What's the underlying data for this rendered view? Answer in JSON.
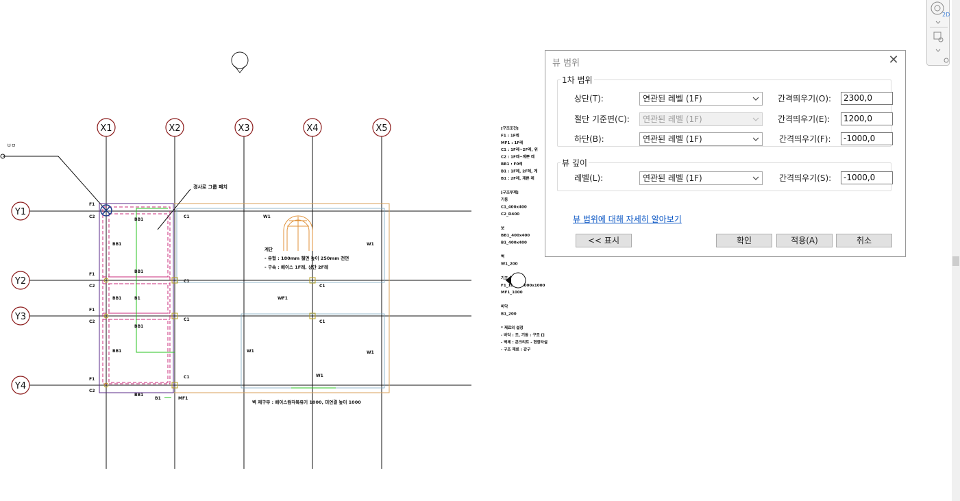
{
  "drawing": {
    "grid_x": [
      "X1",
      "X2",
      "X3",
      "X4",
      "X5"
    ],
    "grid_y": [
      "Y1",
      "Y2",
      "Y3",
      "Y4"
    ],
    "annotation_stair": "경사로 그룹 패치",
    "stair_title": "계단",
    "stair_note1": "- 유형 : 180mm 챌면 높이 250mm 전면",
    "stair_note2": "- 구속 : 베이스 1F레, 상단 2F레",
    "wall_note": "벽 재구부 : 베이스컴각복유기 1000, 미연결 높이 1000",
    "labels_f1": "F1",
    "labels_c2": "C2",
    "labels_c1": "C1",
    "labels_bb1": "BB1",
    "labels_b1": "B1",
    "labels_w1": "W1",
    "labels_wf1": "WF1",
    "labels_mf1": "MF1",
    "side_notes": [
      "[구조조건]",
      "F1 : 1F레",
      "MF1 : 1F레",
      "C1 : 1F레~2F레, 위",
      "C2 : 1F레~계쁜 레",
      "BB1 : F0레",
      "B1 : 1F레, 2F레, 계",
      "B1 : 2F레, 계쁜 레",
      "",
      "[구조부재]",
      "기둥",
      "C1_400x400",
      "C2_D400",
      "",
      "보",
      "BB1_400x400",
      "B1_400x400",
      "",
      "벽",
      "W1_200",
      "",
      "기초",
      "F1_1000x1000x1000",
      "MF1_1000",
      "",
      "바닥",
      "B1_200",
      "",
      "* 재료의 설정",
      "- 바닥 : 초, 기둥 : 구조 []",
      "- 벽체 : 콘크리트 - 현장타설",
      "- 구조 재료 : 강구"
    ]
  },
  "dialog": {
    "title": "뷰 범위",
    "primary_range": {
      "legend": "1차 범위",
      "top_label": "상단(T):",
      "top_value": "연관된 레벨 (1F)",
      "top_offset_label": "간격띄우기(O):",
      "top_offset_value": "2300,0",
      "cut_label": "절단 기준면(C):",
      "cut_value": "연관된 레벨 (1F)",
      "cut_offset_label": "간격띄우기(E):",
      "cut_offset_value": "1200,0",
      "bottom_label": "하단(B):",
      "bottom_value": "연관된 레벨 (1F)",
      "bottom_offset_label": "간격띄우기(F):",
      "bottom_offset_value": "-1000,0"
    },
    "view_depth": {
      "legend": "뷰 깊이",
      "level_label": "레벨(L):",
      "level_value": "연관된 레벨 (1F)",
      "offset_label": "간격띄우기(S):",
      "offset_value": "-1000,0"
    },
    "learn_more": "뷰 범위에 대해 자세히 알아보기",
    "show_button": "<< 표시",
    "ok_button": "확인",
    "apply_button": "적용(A)",
    "cancel_button": "취소"
  },
  "navbar": {
    "mode": "2D"
  },
  "colors": {
    "grid_bubble": "#8b1a1a",
    "hidden_line": "#c8287a",
    "wall_line": "#d9a25a",
    "green": "#27c31f",
    "link": "#0a56c4"
  }
}
